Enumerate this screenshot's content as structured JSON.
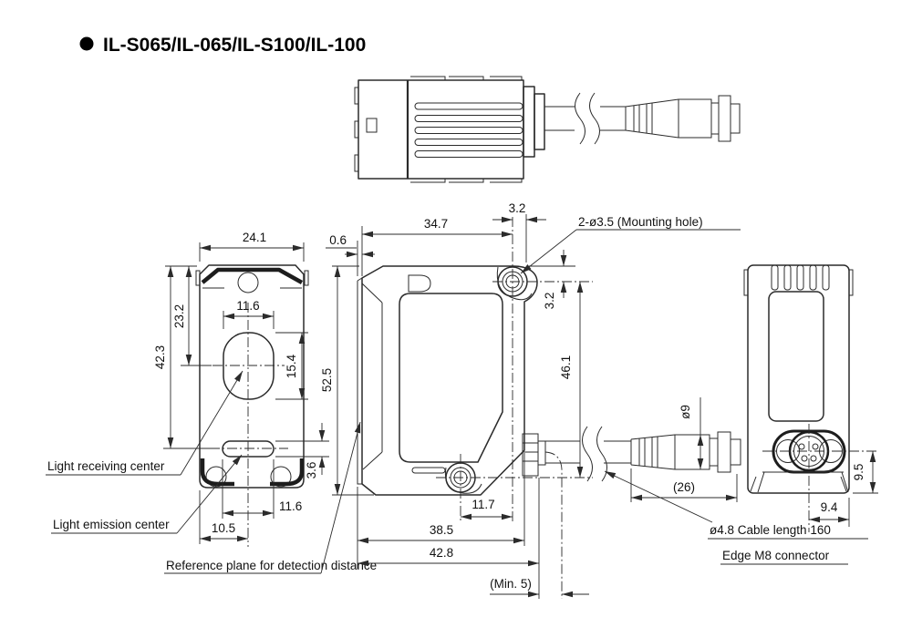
{
  "header": {
    "bullet": "●",
    "title": "IL-S065/IL-065/IL-S100/IL-100"
  },
  "front_view": {
    "dim_body_width": "24.1",
    "dim_top_to_emission_center": "42.3",
    "dim_top_to_receiving_center": "23.2",
    "dim_receiving_lens_width": "11.6",
    "dim_receiving_lens_height": "15.4",
    "dim_emission_slot_height": "3.6",
    "dim_emission_slot_width": "11.6",
    "dim_left_to_emission_center": "10.5",
    "label_light_receiving": "Light receiving center",
    "label_light_emission": "Light emission center",
    "label_reference_plane": "Reference plane for detection distance"
  },
  "side_view": {
    "dim_front_lip": "0.6",
    "dim_front_to_hole": "34.7",
    "dim_hole_to_corner": "3.2",
    "dim_top_to_hole": "3.2",
    "dim_hole_pitch": "46.1",
    "dim_body_height": "52.5",
    "dim_bottom_hole_offset": "11.7",
    "dim_depth_main": "38.5",
    "dim_depth_total": "42.8",
    "dim_min_bend": "(Min. 5)",
    "label_mounting_holes": "2-ø3.5 (Mounting hole)"
  },
  "cable": {
    "dim_connector_diameter": "ø9",
    "dim_connector_length": "(26)",
    "label_cable": "ø4.8 Cable length 160",
    "label_connector": "Edge M8 connector"
  },
  "rear_view": {
    "dim_center_to_edge": "9.4",
    "dim_center_to_bottom": "9.5"
  }
}
